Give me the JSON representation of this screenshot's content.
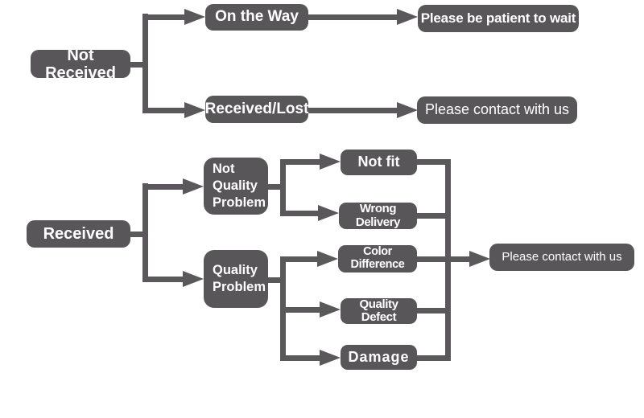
{
  "diagram": {
    "type": "flowchart",
    "background": "#ffffff",
    "colors": {
      "node_fill": "#595659",
      "node_text": "#ffffff",
      "connector": "#5b585b"
    },
    "nodes": {
      "not_received": {
        "label": "Not Received"
      },
      "on_the_way": {
        "label": "On the Way"
      },
      "please_be_patient": {
        "label": "Please be patient to wait"
      },
      "received_lost": {
        "label": "Received/Lost"
      },
      "please_contact_top": {
        "label": "Please contact with us"
      },
      "received": {
        "label": "Received"
      },
      "not_quality_problem": {
        "label": "Not Quality Problem"
      },
      "quality_problem": {
        "label": "Quality Problem"
      },
      "not_fit": {
        "label": "Not fit"
      },
      "wrong_delivery": {
        "label": "Wrong Delivery"
      },
      "color_difference": {
        "label": "Color Difference"
      },
      "quality_defect": {
        "label": "Quality Defect"
      },
      "damage": {
        "label": "Damage"
      },
      "please_contact_bottom": {
        "label": "Please contact with us"
      }
    },
    "edges": [
      {
        "from": "not_received",
        "to": "on_the_way"
      },
      {
        "from": "not_received",
        "to": "received_lost"
      },
      {
        "from": "on_the_way",
        "to": "please_be_patient"
      },
      {
        "from": "received_lost",
        "to": "please_contact_top"
      },
      {
        "from": "received",
        "to": "not_quality_problem"
      },
      {
        "from": "received",
        "to": "quality_problem"
      },
      {
        "from": "not_quality_problem",
        "to": "not_fit"
      },
      {
        "from": "not_quality_problem",
        "to": "wrong_delivery"
      },
      {
        "from": "quality_problem",
        "to": "color_difference"
      },
      {
        "from": "quality_problem",
        "to": "quality_defect"
      },
      {
        "from": "quality_problem",
        "to": "damage"
      },
      {
        "from": "not_fit",
        "to": "please_contact_bottom"
      },
      {
        "from": "wrong_delivery",
        "to": "please_contact_bottom"
      },
      {
        "from": "color_difference",
        "to": "please_contact_bottom"
      },
      {
        "from": "quality_defect",
        "to": "please_contact_bottom"
      },
      {
        "from": "damage",
        "to": "please_contact_bottom"
      }
    ]
  }
}
